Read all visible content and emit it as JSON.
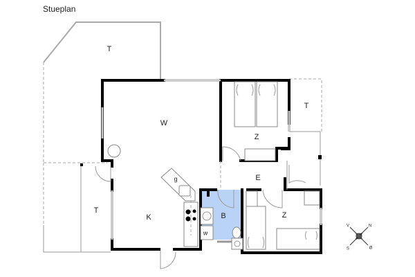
{
  "plan": {
    "title": "Stueplan"
  },
  "rooms": {
    "terrace_top": "T",
    "living": "W",
    "bedroom_1": "Z",
    "terrace_right": "T",
    "hall": "E",
    "kitchen": "K",
    "terrace_left": "T",
    "bathroom": "B",
    "bedroom_2": "Z",
    "gas": "g",
    "washer": "w"
  },
  "colors": {
    "bathroom_fill": "#b9d3f7",
    "wall": "#000000",
    "window": "#999999"
  },
  "compass": {
    "north": "N",
    "east": "Ø",
    "south": "S",
    "west": "V"
  }
}
